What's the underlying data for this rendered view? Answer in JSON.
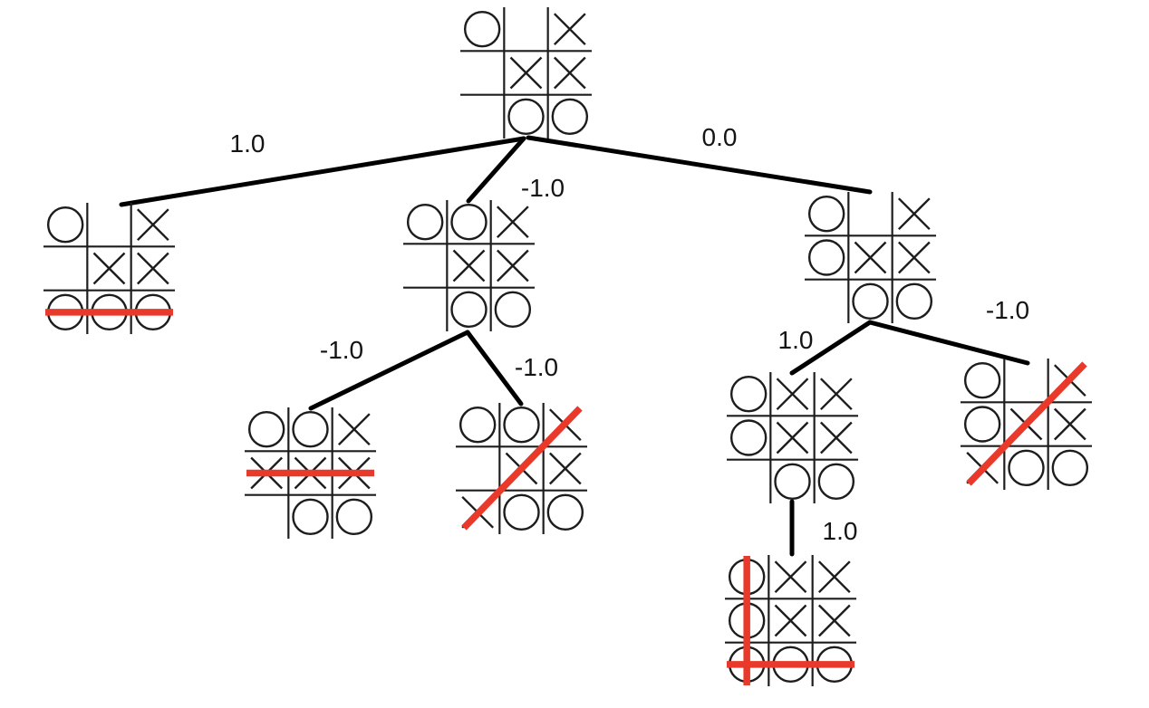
{
  "colors": {
    "edge": "#000000",
    "mark": "#1d1d1d",
    "strike": "#e8392a"
  },
  "boards": [
    {
      "id": "root",
      "cells": [
        "O",
        "",
        "X",
        "",
        "X",
        "X",
        "",
        "O",
        "O"
      ],
      "strikes": []
    },
    {
      "id": "move-left",
      "cells": [
        "O",
        "",
        "X",
        "",
        "X",
        "X",
        "O",
        "O",
        "O"
      ],
      "strikes": [
        {
          "type": "row",
          "index": 2
        }
      ]
    },
    {
      "id": "move-middle",
      "cells": [
        "O",
        "O",
        "X",
        "",
        "X",
        "X",
        "",
        "O",
        "O"
      ],
      "strikes": []
    },
    {
      "id": "move-right",
      "cells": [
        "O",
        "",
        "X",
        "O",
        "X",
        "X",
        "",
        "O",
        "O"
      ],
      "strikes": []
    },
    {
      "id": "middle-child-left",
      "cells": [
        "O",
        "O",
        "X",
        "X",
        "X",
        "X",
        "",
        "O",
        "O"
      ],
      "strikes": [
        {
          "type": "row",
          "index": 1
        }
      ]
    },
    {
      "id": "middle-child-right",
      "cells": [
        "O",
        "O",
        "X",
        "",
        "X",
        "X",
        "X",
        "O",
        "O"
      ],
      "strikes": [
        {
          "type": "antidiag"
        }
      ]
    },
    {
      "id": "right-child-left",
      "cells": [
        "O",
        "X",
        "X",
        "O",
        "X",
        "X",
        "",
        "O",
        "O"
      ],
      "strikes": []
    },
    {
      "id": "right-child-right",
      "cells": [
        "O",
        "",
        "X",
        "O",
        "X",
        "X",
        "X",
        "O",
        "O"
      ],
      "strikes": [
        {
          "type": "antidiag"
        }
      ]
    },
    {
      "id": "right-grandchild",
      "cells": [
        "O",
        "X",
        "X",
        "O",
        "X",
        "X",
        "O",
        "O",
        "O"
      ],
      "strikes": [
        {
          "type": "col",
          "index": 0
        },
        {
          "type": "row",
          "index": 2
        }
      ]
    }
  ],
  "edges": [
    {
      "from": "root",
      "to": "move-left",
      "label": "1.0"
    },
    {
      "from": "root",
      "to": "move-middle",
      "label": "-1.0"
    },
    {
      "from": "root",
      "to": "move-right",
      "label": "0.0"
    },
    {
      "from": "move-middle",
      "to": "middle-child-left",
      "label": "-1.0"
    },
    {
      "from": "move-middle",
      "to": "middle-child-right",
      "label": "-1.0"
    },
    {
      "from": "move-right",
      "to": "right-child-left",
      "label": "1.0"
    },
    {
      "from": "move-right",
      "to": "right-child-right",
      "label": "-1.0"
    },
    {
      "from": "right-child-left",
      "to": "right-grandchild",
      "label": "1.0"
    }
  ]
}
